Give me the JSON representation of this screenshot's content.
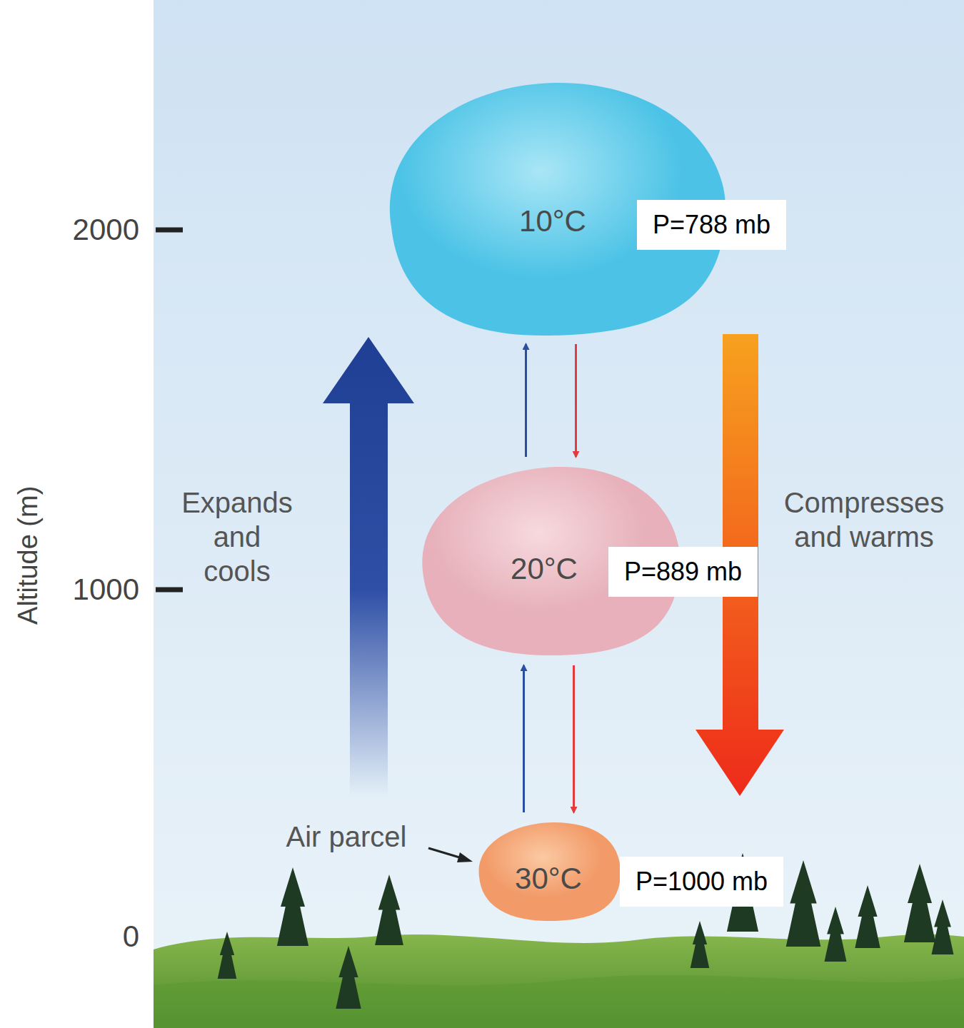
{
  "diagram": {
    "nodes": [
      {
        "text": [
          "10°C"
        ]
      },
      {
        "text": [
          "P=788 mb"
        ]
      },
      {
        "text": [
          "20°C"
        ]
      },
      {
        "text": [
          "P=889 mb"
        ]
      },
      {
        "text": [
          "30°C"
        ]
      },
      {
        "text": [
          "P=1000 mb"
        ]
      }
    ],
    "edges": [
      {
        "from": 4,
        "to": 2,
        "arrow": "to"
      },
      {
        "from": 2,
        "to": 4,
        "arrow": "to"
      },
      {
        "from": 2,
        "to": 0,
        "arrow": "to"
      },
      {
        "from": 0,
        "to": 2,
        "arrow": "to"
      }
    ],
    "labels": [
      "2000",
      "1000",
      "0",
      "Altitude (m)",
      "Expands and cools",
      "Compresses and warms",
      "Air parcel"
    ]
  }
}
